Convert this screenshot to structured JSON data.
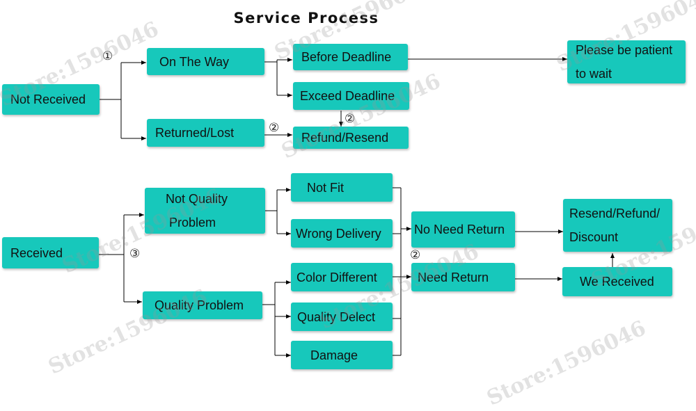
{
  "title": "Service Process",
  "watermark": "Store:1596046",
  "markers": {
    "one": "①",
    "two": "②",
    "three": "③"
  },
  "nodes": {
    "not_received": "Not Received",
    "on_the_way": "On The Way",
    "before_deadline": "Before Deadline",
    "please_be_patient": [
      "Please be patient",
      "to wait"
    ],
    "exceed_deadline": "Exceed Deadline",
    "returned_lost": "Returned/Lost",
    "refund_resend": "Refund/Resend",
    "received": "Received",
    "not_quality_problem": [
      "Not Quality",
      "Problem"
    ],
    "quality_problem": "Quality Problem",
    "not_fit": "Not Fit",
    "wrong_delivery": "Wrong Delivery",
    "color_different": "Color Different",
    "quality_delect": "Quality Delect",
    "damage": "Damage",
    "no_need_return": "No Need Return",
    "need_return": "Need Return",
    "resend_refund_discount": [
      "Resend/Refund/",
      "Discount"
    ],
    "we_received": "We Received"
  },
  "colors": {
    "box": "#17c8bb",
    "line": "#000000"
  }
}
